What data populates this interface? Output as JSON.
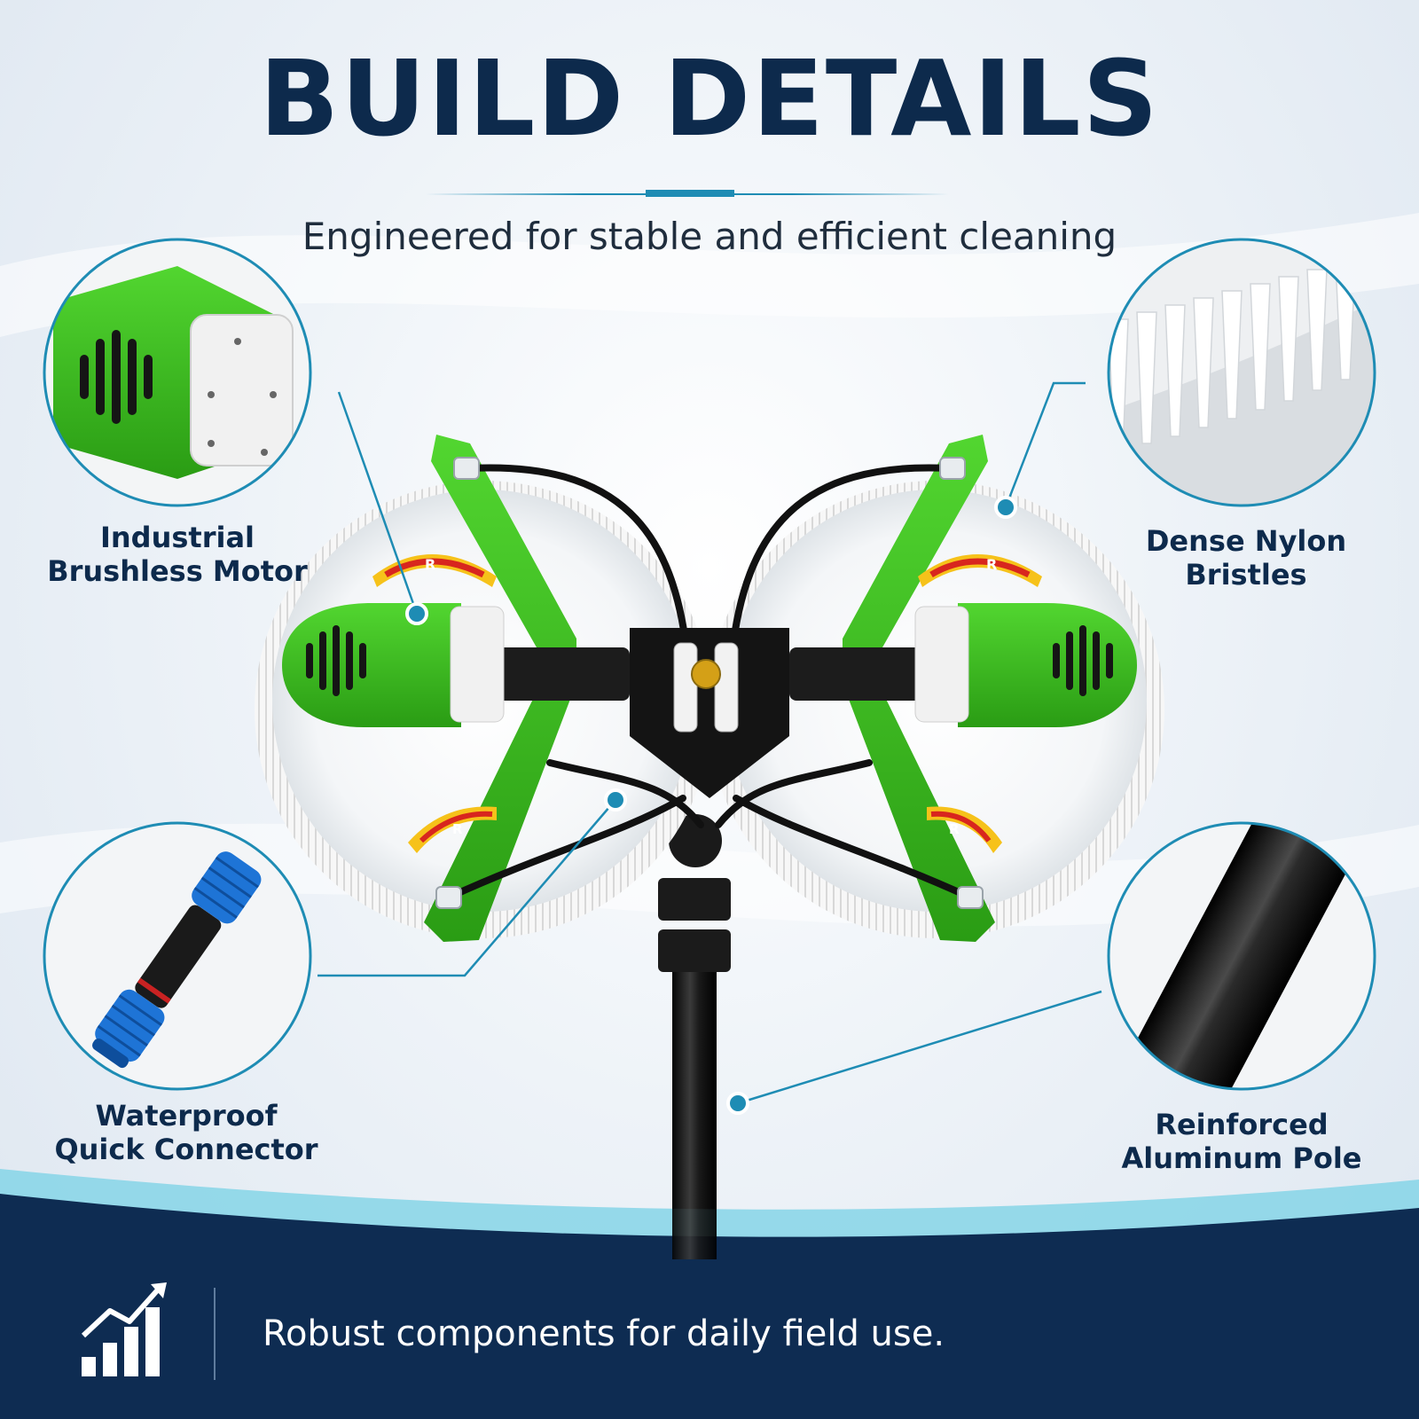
{
  "header": {
    "title": "BUILD DETAILS",
    "subtitle": "Engineered for stable and efficient cleaning"
  },
  "callouts": [
    {
      "id": "motor",
      "label_line1": "Industrial",
      "label_line2": "Brushless Motor"
    },
    {
      "id": "bristles",
      "label_line1": "Dense Nylon",
      "label_line2": "Bristles"
    },
    {
      "id": "connector",
      "label_line1": "Waterproof",
      "label_line2": "Quick Connector"
    },
    {
      "id": "pole",
      "label_line1": "Reinforced",
      "label_line2": "Aluminum Pole"
    }
  ],
  "brush": {
    "rotation_mark": "R"
  },
  "footer": {
    "tagline": "Robust components for daily field use.",
    "icon": "growth-chart-icon"
  },
  "colors": {
    "navy": "#0d2a4c",
    "accent_teal": "#1e8cb4",
    "brush_green": "#3cc01e",
    "arrow_yellow": "#f6c21a",
    "arrow_red": "#d8261e",
    "connector_blue": "#1e74d6"
  }
}
